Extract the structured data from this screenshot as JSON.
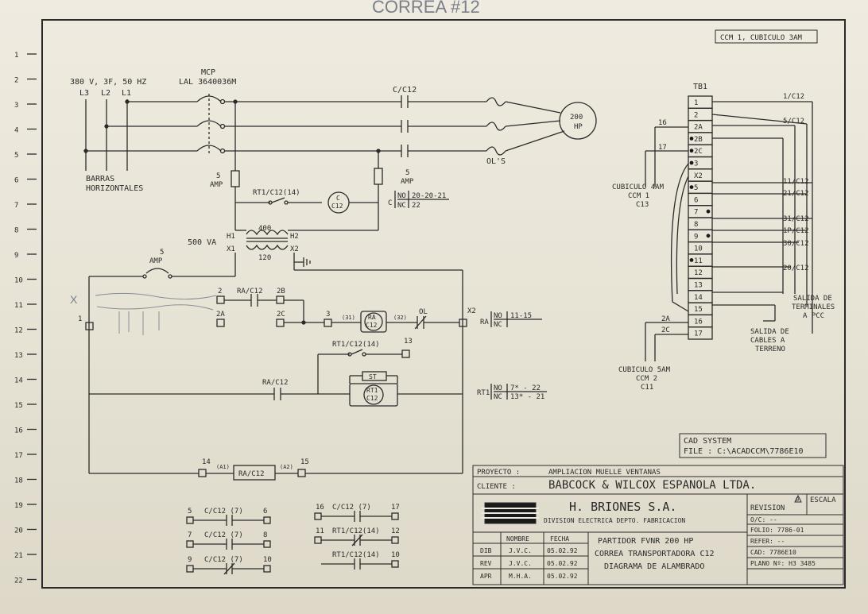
{
  "handwritten_title": "CORREA #12",
  "cubicle_box": "CCM 1, CUBICULO 3AM",
  "row_numbers": [
    "1",
    "2",
    "3",
    "4",
    "5",
    "6",
    "7",
    "8",
    "9",
    "10",
    "11",
    "12",
    "13",
    "14",
    "15",
    "16",
    "17",
    "18",
    "19",
    "20",
    "21",
    "22"
  ],
  "power": {
    "supply": "380 V, 3F, 50 HZ",
    "lines": [
      "L3",
      "L2",
      "L1"
    ],
    "mcp": "MCP",
    "mcp_model": "LAL 3640036M",
    "contactor": "C/C12",
    "motor": "200",
    "motor_unit": "HP",
    "overload": "OL'S",
    "barras1": "BARRAS",
    "barras2": "HORIZONTALES"
  },
  "control": {
    "fuse_left_1": "5",
    "fuse_left_2": "AMP",
    "fuse_right_1": "5",
    "fuse_right_2": "AMP",
    "rt1_label": "RT1/C12(14)",
    "coil_c_1": "C",
    "coil_c_2": "C12",
    "c_tag": "C",
    "c_no": "NO",
    "c_nc": "NC",
    "c_no_val": "20-20-21",
    "c_nc_val": "22",
    "transformer_va": "500 VA",
    "h1": "H1",
    "h2": "H2",
    "x1": "X1",
    "x2": "X2",
    "v400": "400",
    "v120": "120",
    "amp5a": "5",
    "amp5b": "AMP",
    "t1": "1",
    "t2": "2",
    "t2a": "2A",
    "t2b": "2B",
    "t2c": "2C",
    "t3": "3",
    "ra_c12_top": "RA/C12",
    "w31": "(31)",
    "w32": "(32)",
    "ra_coil_1": "RA",
    "ra_coil_2": "C12",
    "ol": "OL",
    "x2r": "X2",
    "ra_tag": "RA",
    "ra_no": "NO",
    "ra_nc": "NC",
    "ra_no_val": "11-15",
    "rt1_13_label": "RT1/C12(14)",
    "t13": "13",
    "st": "ST",
    "rt1_coil_1": "RT1",
    "rt1_coil_2": "C12",
    "ra_c12_mid": "RA/C12",
    "rt1_tag": "RT1",
    "rt1_no": "NO",
    "rt1_nc": "NC",
    "rt1_no_val": "7* - 22",
    "rt1_nc_val": "13* - 21",
    "t14": "14",
    "a1": "(A1)",
    "ra_c12_bot": "RA/C12",
    "a2": "(A2)",
    "t15": "15",
    "handnote": "X"
  },
  "aux_contacts": [
    {
      "left": "5",
      "right": "6",
      "label": "C/C12  (7)"
    },
    {
      "left": "7",
      "right": "8",
      "label": "C/C12  (7)"
    },
    {
      "left": "9",
      "right": "10",
      "label": "C/C12  (7)"
    },
    {
      "left": "16",
      "right": "17",
      "label": "C/C12  (7)"
    },
    {
      "left": "11",
      "right": "12",
      "label": "RT1/C12(14)"
    },
    {
      "left": "",
      "right": "10",
      "label": "RT1/C12(14)"
    }
  ],
  "terminal_block": {
    "title": "TB1",
    "rows": [
      "1",
      "2",
      "2A",
      "2B",
      "2C",
      "3",
      "X2",
      "5",
      "6",
      "7",
      "8",
      "9",
      "10",
      "11",
      "12",
      "13",
      "14",
      "15",
      "16",
      "17"
    ],
    "right_labels": [
      "1/C12",
      "5/C12",
      "11/C12",
      "21/C12",
      "31/C12",
      "1P/C12",
      "30/C12",
      "20/C12"
    ],
    "left_labels": [
      "16",
      "17",
      "2A",
      "2C"
    ],
    "cubiculo_4am_1": "CUBICULO 4AM",
    "cubiculo_4am_2": "CCM 1",
    "cubiculo_4am_3": "C13",
    "cubiculo_5am_1": "CUBICULO 5AM",
    "cubiculo_5am_2": "CCM 2",
    "cubiculo_5am_3": "C11",
    "salida_pcc_1": "SALIDA DE",
    "salida_pcc_2": "TERMINALES",
    "salida_pcc_3": "A PCC",
    "salida_t_1": "SALIDA DE",
    "salida_t_2": "CABLES A",
    "salida_t_3": "TERRENO"
  },
  "cad": {
    "line1": "CAD SYSTEM",
    "line2": "FILE : C:\\ACADCCM\\7786E10"
  },
  "title_block": {
    "proyecto_label": "PROYECTO :",
    "proyecto": "AMPLIACION MUELLE VENTANAS",
    "cliente_label": "CLIENTE :",
    "cliente": "BABCOCK & WILCOX ESPANOLA LTDA.",
    "company": "H. BRIONES  S.A.",
    "division": "DIVISION ELECTRICA   DEPTO. FABRICACION",
    "revision": "REVISION",
    "rev_num": "0",
    "escala": "ESCALA",
    "oc": "O/C: --",
    "folio": "FOLIO: 7786-01",
    "refer": "REFER: --",
    "cad": "CAD: 7786E10",
    "plano": "PLANO Nº: H3 3485",
    "headers": [
      "NOMBRE",
      "FECHA"
    ],
    "rows": [
      {
        "role": "DIB",
        "name": "J.V.C.",
        "date": "05.02.92"
      },
      {
        "role": "REV",
        "name": "J.V.C.",
        "date": "05.02.92"
      },
      {
        "role": "APR",
        "name": "M.H.A.",
        "date": "05.02.92"
      }
    ],
    "desc1": "PARTIDOR FVNR 200 HP",
    "desc2": "CORREA TRANSPORTADORA C12",
    "desc3": "DIAGRAMA DE ALAMBRADO"
  }
}
